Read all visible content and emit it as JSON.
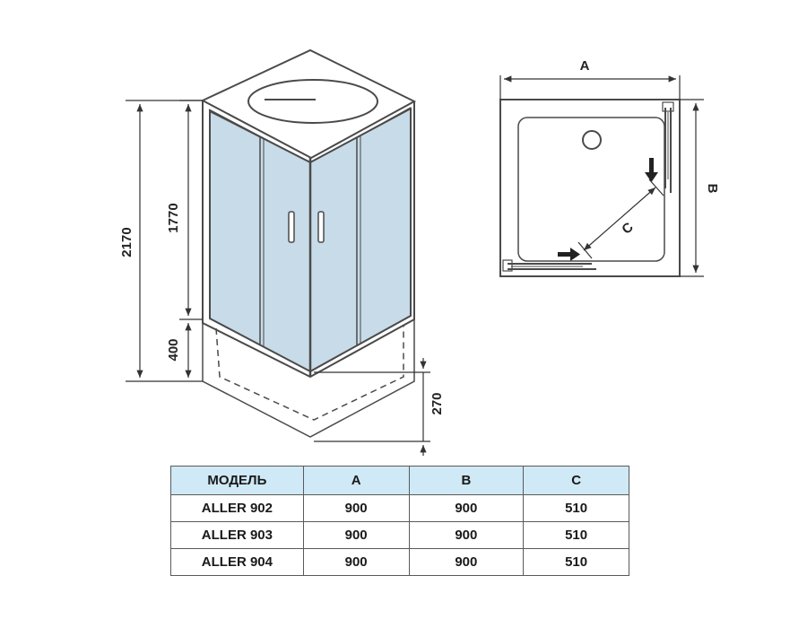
{
  "dimensions": {
    "total_height": "2170",
    "glass_height": "1770",
    "base_height": "400",
    "tray_height": "270"
  },
  "plan_labels": {
    "width": "A",
    "depth": "B",
    "diagonal": "C"
  },
  "colors": {
    "glass": "#c7dbe8",
    "outline": "#4a4a4a",
    "header_fill": "#cfe9f6",
    "arrow": "#222222"
  },
  "table": {
    "headers": [
      "МОДЕЛЬ",
      "A",
      "B",
      "C"
    ],
    "rows": [
      [
        "ALLER 902",
        "900",
        "900",
        "510"
      ],
      [
        "ALLER 903",
        "900",
        "900",
        "510"
      ],
      [
        "ALLER 904",
        "900",
        "900",
        "510"
      ]
    ]
  }
}
